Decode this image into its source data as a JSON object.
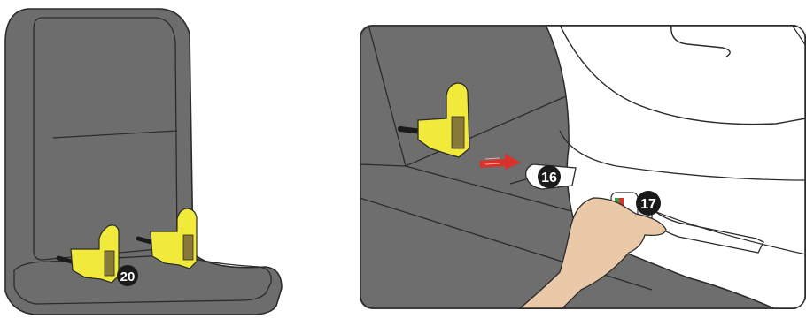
{
  "callouts": {
    "isofix_connectors": "20",
    "isofix_anchor": "16",
    "release_button": "17"
  },
  "colors": {
    "seat_fill": "#6d6d6d",
    "seat_outline": "#2b2b2b",
    "connector_yellow": "#f2ea3b",
    "connector_window": "#8a7a3a",
    "arrow_red": "#d9322b",
    "callout_fill": "#1a1a1a",
    "skin": "#e9c9a8",
    "car_interior": "#6e6e6e"
  }
}
